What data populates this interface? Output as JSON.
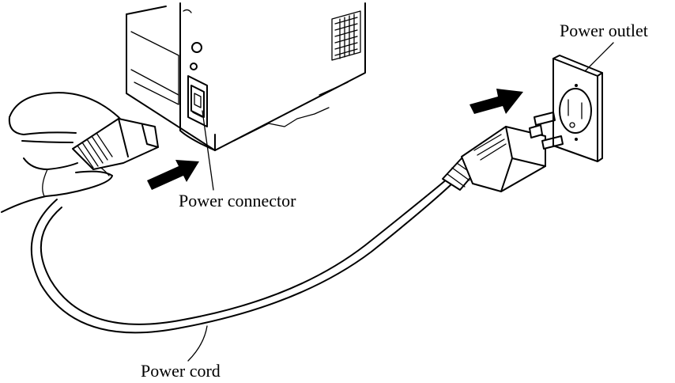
{
  "labels": {
    "power_outlet": "Power outlet",
    "power_connector": "Power connector",
    "power_cord": "Power cord"
  },
  "icons": [
    "push-arrow-icon",
    "push-arrow-icon"
  ],
  "colors": {
    "line": "#000000",
    "background": "#ffffff"
  }
}
